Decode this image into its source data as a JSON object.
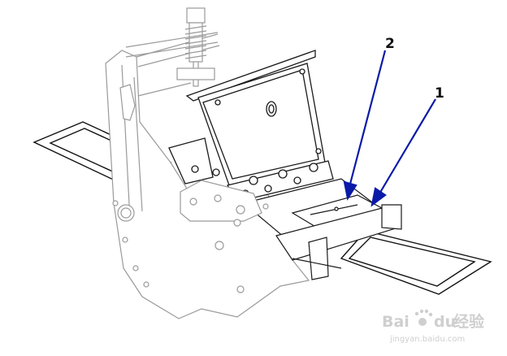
{
  "callouts": [
    {
      "id": "1",
      "label": "1"
    },
    {
      "id": "2",
      "label": "2"
    }
  ],
  "watermark": {
    "logo_text": "Bai",
    "logo_text_tail": "du",
    "logo_cn": "经验",
    "url": "jingyan.baidu.com"
  },
  "colors": {
    "line": "#9a9a9a",
    "dark_line": "#1a1a1a",
    "arrow": "#0a1aa8",
    "label": "#101010",
    "watermark": "#cfcfcf"
  }
}
